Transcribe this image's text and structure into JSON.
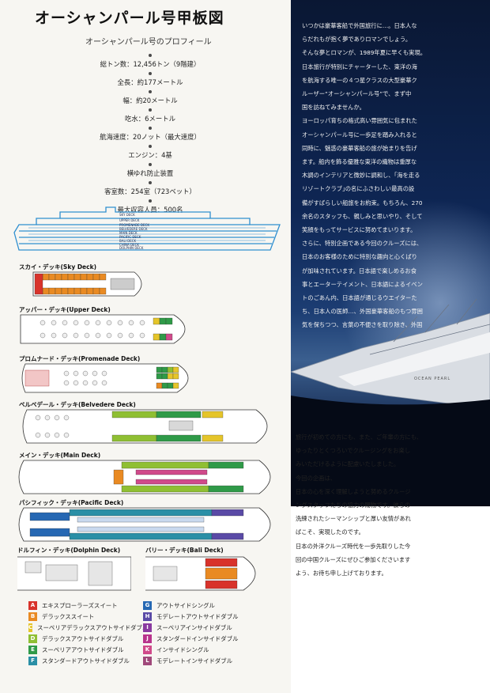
{
  "title": "オーシャンパール号甲板図",
  "subtitle": "オーシャンパール号のプロフィール",
  "specs": [
    "総トン数：12,456トン（9階建）",
    "全長：約177メートル",
    "幅：約20メートル",
    "吃水：6メートル",
    "航海速度：20ノット（最大速度）",
    "エンジン：4基",
    "横ゆれ防止装置",
    "客室数：254室（723ベット）",
    "最大収容人員：500名"
  ],
  "ship_decks": [
    "SKY DECK",
    "UPPER DECK",
    "PROMENADE DECK",
    "BELVEDERE DECK",
    "MAIN DECK",
    "PACIFIC DECK",
    "BALI DECK",
    "CHINA DECK",
    "DOLPHIN DECK"
  ],
  "deck_labels": {
    "sky": "スカイ・デッキ(Sky Deck)",
    "upper": "アッパー・デッキ(Upper Deck)",
    "promenade": "プロムナード・デッキ(Promenade Deck)",
    "belvedere": "ベルベデール・デッキ(Belvedere Deck)",
    "main": "メイン・デッキ(Main Deck)",
    "pacific": "パシフィック・デッキ(Pacific Deck)",
    "dolphin": "ドルフィン・デッキ(Dolphin Deck)",
    "bali": "バリー・デッキ(Bali Deck)"
  },
  "legend": [
    {
      "key": "A",
      "label": "エキスプローラーズスイート",
      "color": "#d8332b"
    },
    {
      "key": "B",
      "label": "デラックススイート",
      "color": "#e98a22"
    },
    {
      "key": "C",
      "label": "スーペリアデラックスアウトサイドダブル",
      "color": "#e5c52a"
    },
    {
      "key": "D",
      "label": "デラックスアウトサイドダブル",
      "color": "#8fbf33"
    },
    {
      "key": "E",
      "label": "スーペリアアウトサイドダブル",
      "color": "#2f9a48"
    },
    {
      "key": "F",
      "label": "スタンダードアウトサイドダブル",
      "color": "#2a8fa6"
    },
    {
      "key": "G",
      "label": "アウトサイドシングル",
      "color": "#2668b3"
    },
    {
      "key": "H",
      "label": "モデレートアウトサイドダブル",
      "color": "#5a4aa6"
    },
    {
      "key": "I",
      "label": "スーペリアインサイドダブル",
      "color": "#8a3aa0"
    },
    {
      "key": "J",
      "label": "スタンダードインサイドダブル",
      "color": "#b8338c"
    },
    {
      "key": "K",
      "label": "インサイドシングル",
      "color": "#d04a8a"
    },
    {
      "key": "L",
      "label": "モデレートインサイドダブル",
      "color": "#a0487a"
    }
  ],
  "ship_name": "OCEAN PEARL",
  "text_top": [
    "いつかは豪華客船で外国旅行に…。日本人な",
    "らだれもが抱く夢でありロマンでしょう。",
    "そんな夢とロマンが、1989年夏に早くも実現。",
    "日本旅行が特別にチャーターした、東洋の海",
    "を航海する唯一の４つ星クラスの大型豪華ク",
    "ルーザー“オーシャンパール号”で、まず中",
    "国を訪ねてみませんか。",
    "ヨーロッパ育ちの格式高い雰囲気に包まれた",
    "オーシャンパール号に一歩足を踏み入れると",
    "同時に、魅惑の豪華客船の旅が始まりを告げ",
    "ます。船内を飾る優雅な東洋の織物は重厚な",
    "木調のインテリアと微妙に調和し、｢海を走る",
    "リゾートクラブ｣の名にふさわしい最高の設",
    "備がすばらしい船旅をお約束。もちろん、270",
    "余名のスタッフも、親しみと思いやり、そして",
    "笑顔をもってサービスに努めてまいります。",
    "さらに、特別企画である今回のクルーズには、",
    "日本のお客様のために特別な趣向と心くばり",
    "が加味されています。日本語で楽しめるお食",
    "事とエーターテイメント、日本語によるイベン",
    "トのごあん内、日本語が通じるウエイターた",
    "ち、日本人の医師…、外国豪華客船のもつ雰囲",
    "気を保ちつつ、言葉の不便さを取り除き、外国"
  ],
  "text_bottom": [
    "旅行が初めての方にも、また、ご年輩の方にも、",
    "ゆったりとくつろいでクルージングをお楽し",
    "みいただけるように配慮いたしました。",
    "今回の企画は、",
    "日本の心を深く理解しようと努めるクルージ",
    "ングスタッフたちの協力の賜物です。彼らの",
    "洗練されたシーマンシップと厚い友情があれ",
    "ばこそ、実現したのです。",
    "日本の外洋クルーズ時代を一歩先取りした今",
    "回の中国クルーズにぜひご参加くださいます",
    "よう、お待ち申し上げております。"
  ]
}
